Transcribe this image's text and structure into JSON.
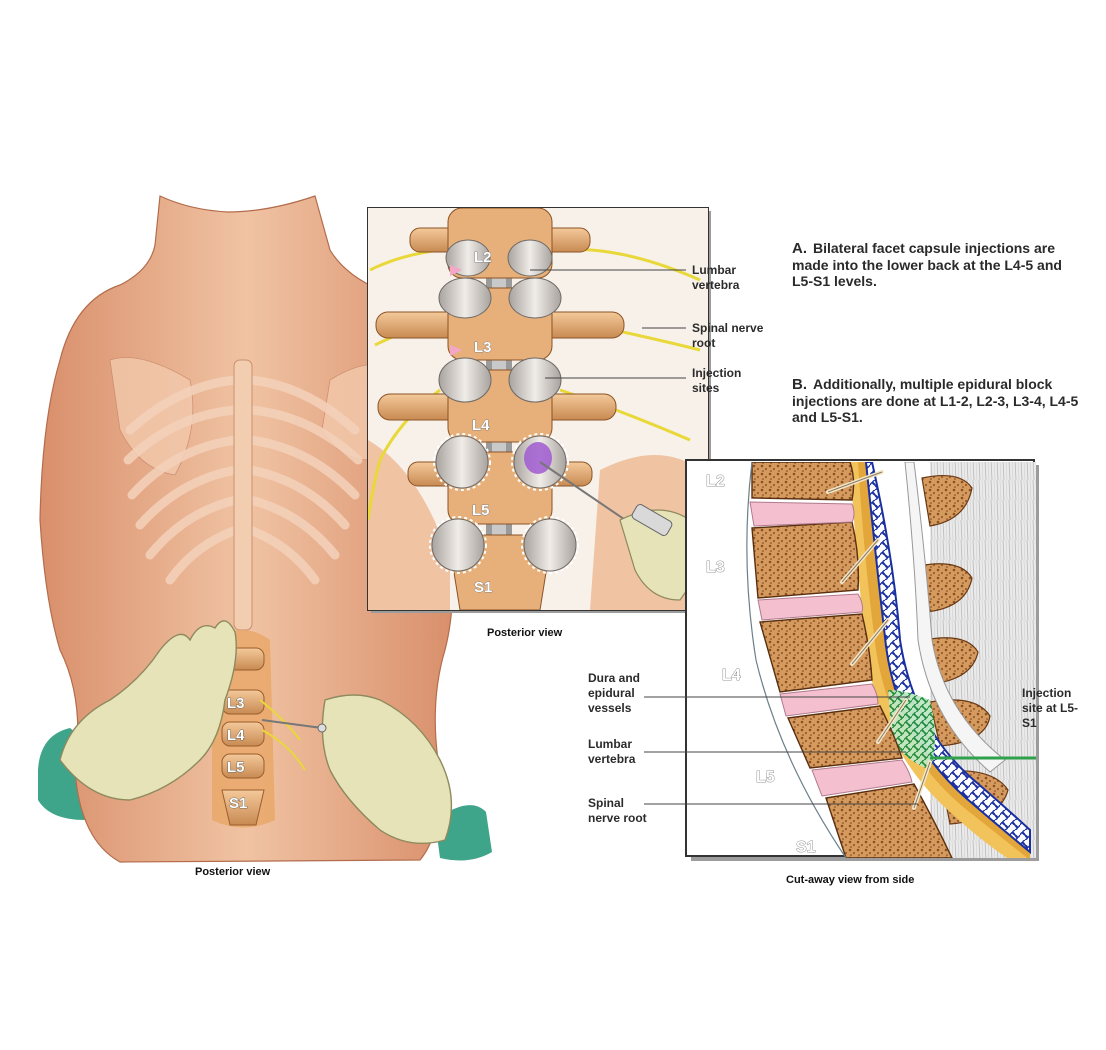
{
  "figure_left": {
    "level_labels": [
      "L3",
      "L4",
      "L5",
      "S1"
    ],
    "caption": "Posterior view"
  },
  "figure_middle": {
    "level_labels": [
      "L2",
      "L3",
      "L4",
      "L5",
      "S1"
    ],
    "callouts": [
      "Lumbar vertebra",
      "Spinal nerve root",
      "Injection sites"
    ],
    "caption": "Posterior view"
  },
  "figure_right": {
    "level_labels": [
      "L2",
      "L3",
      "L4",
      "L5",
      "S1"
    ],
    "callouts": [
      "Dura and epidural vessels",
      "Lumbar vertebra",
      "Spinal nerve root",
      "Injection site at L5-S1"
    ],
    "caption": "Cut-away view from side"
  },
  "notes": [
    {
      "key": "A.",
      "text": "Bilateral facet capsule injections are made into the lower back at the L4-5 and L5-S1 levels."
    },
    {
      "key": "B.",
      "text": "Additionally, multiple epidural block injections are done at L1-2, L2-3, L3-4, L4-5  and L5-S1."
    }
  ],
  "colors": {
    "skin": "#e9b391",
    "bone": "#d9a06a",
    "disc": "#d9d4cf",
    "nerve": "#e8d83a",
    "glove": "#e6e3b8",
    "gown": "#3fa58a",
    "vessel": "#1a2fa0",
    "dura": "#f2c35a",
    "injectate": "#a05ad0",
    "green_injectate": "#2fa14a"
  }
}
